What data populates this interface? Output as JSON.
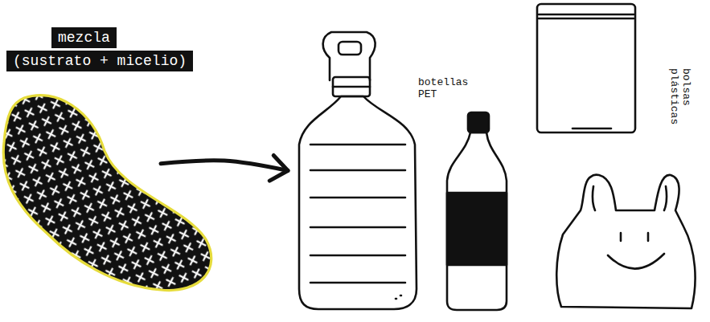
{
  "diagram": {
    "nodes": [
      {
        "text": [
          "mezcla (sustrato + micelio)"
        ]
      },
      {
        "text": [
          "botellas PET"
        ]
      },
      {
        "text": [
          "bolsas plásticas"
        ]
      }
    ],
    "edges": [
      {
        "from": 0,
        "to": 1,
        "arrow": "to"
      }
    ]
  }
}
